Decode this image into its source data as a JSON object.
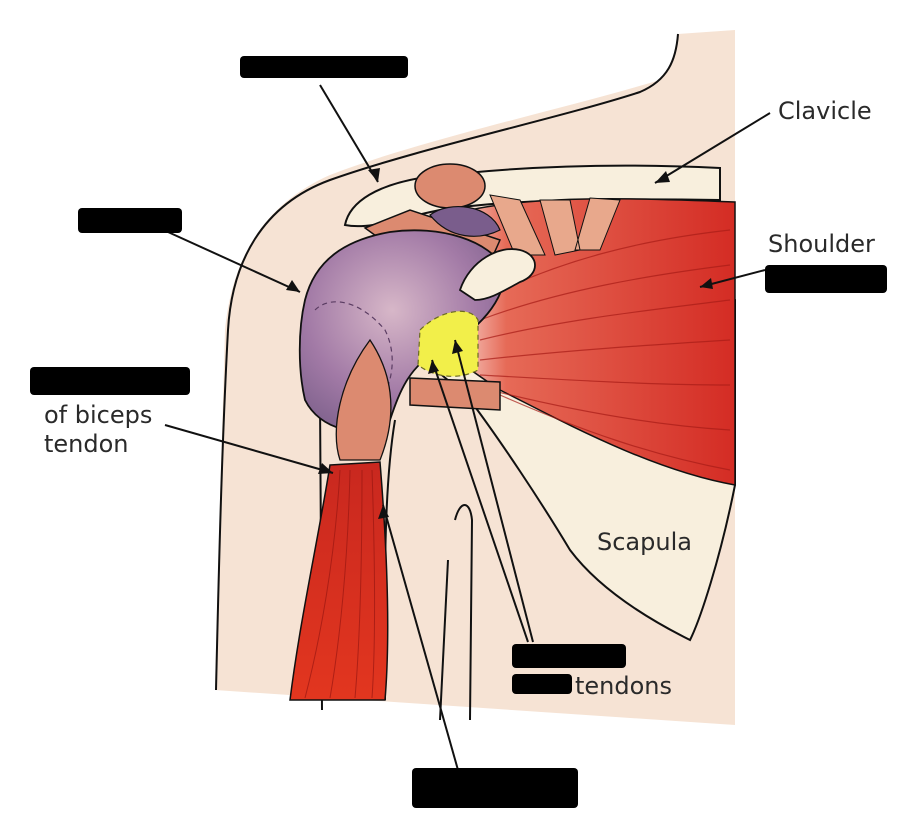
{
  "labels": {
    "clavicle": "Clavicle",
    "shoulder_line1": "Shoulder",
    "biceps_line2": "of biceps",
    "biceps_line3": "tendon",
    "scapula": "Scapula",
    "cuff_tendons": "tendons"
  },
  "colors": {
    "skin": "#f6e3d4",
    "bone": "#f8efdd",
    "muscle_red": "#d9332a",
    "muscle_dark": "#b81f1a",
    "tendon_pink": "#dc8a70",
    "bursa_purple": "#8f6b95",
    "highlight_yellow": "#f2ef4a",
    "outline": "#111111",
    "redaction": "#000000"
  }
}
